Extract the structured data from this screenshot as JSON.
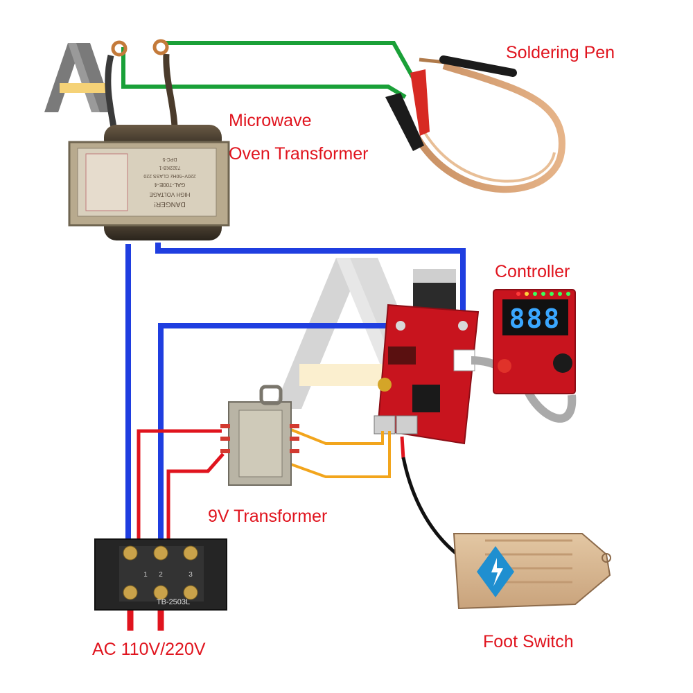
{
  "labels": {
    "soldering_pen": "Soldering Pen",
    "microwave_line1": "Microwave",
    "microwave_line2": "Oven Transformer",
    "controller": "Controller",
    "transformer_9v": "9V Transformer",
    "ac_input": "AC 110V/220V",
    "foot_switch": "Foot Switch"
  },
  "mot_plate": {
    "line1": "DANGER!",
    "line2": "HIGH VOLTAGE",
    "line3": "GAL-700E-4",
    "line4": "220V~50Hz CLASS 220",
    "line5": "7322KB-1",
    "line6": "DPC-5"
  },
  "controller_display": {
    "digits": "888"
  },
  "terminal_block": {
    "model": "TB-2503L",
    "numbers": [
      "1",
      "2",
      "3"
    ]
  },
  "colors": {
    "label": "#e0141e",
    "wire_green": "#1aa038",
    "wire_blue": "#1f3ee0",
    "wire_red": "#e0141e",
    "wire_orange": "#f2a51c",
    "wire_black": "#111111",
    "pcb_red": "#c8141e",
    "display_digits": "#3aa7ff",
    "foot_switch_body": "#d6b48d"
  },
  "icons": {
    "logo": "aa-watermark-logo",
    "foot_switch_badge": "lightning-badge-icon"
  }
}
